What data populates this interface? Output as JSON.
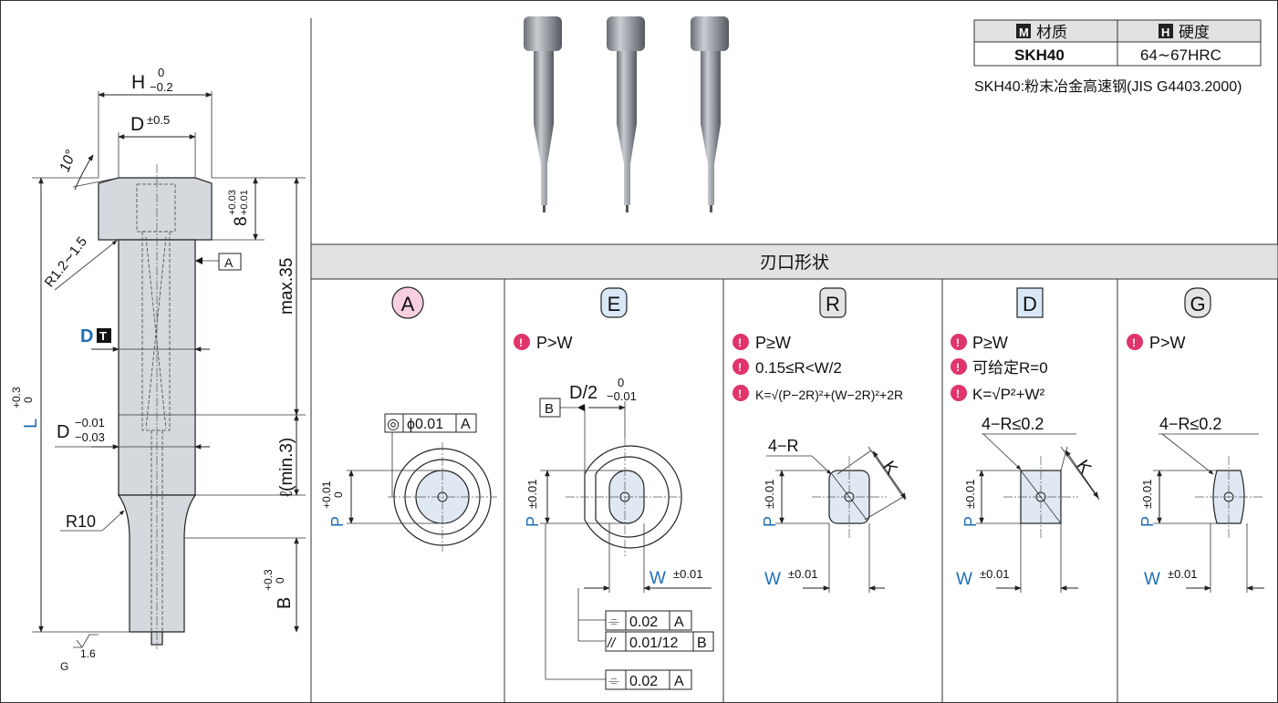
{
  "dims": {
    "H": "H",
    "H_tol_upper": "0",
    "H_tol_lower": "−0.2",
    "D": "D",
    "D_tol": "±0.5",
    "angle": "10°",
    "head_fillet": "R1.2∼1.5",
    "head_height": "8",
    "head_height_tol_upper": "+0.03",
    "head_height_tol_lower": "+0.01",
    "datum_a": "A",
    "max_len": "max.35",
    "dt_label": "D",
    "dt_badge": "T",
    "D_shank": "D",
    "D_shank_tol_upper": "−0.01",
    "D_shank_tol_lower": "−0.03",
    "l_min": "ℓ(min.3)",
    "L": "L",
    "L_tol_upper": "+0.3",
    "L_tol_lower": "0",
    "R10": "R10",
    "B": "B",
    "B_tol_upper": "+0.3",
    "B_tol_lower": "0",
    "roughness": "1.6",
    "roughness_g": "G"
  },
  "spec_table": {
    "col1_badge": "M",
    "col1_header": "材质",
    "col2_badge": "H",
    "col2_header": "硬度",
    "material": "SKH40",
    "hardness": "64∼67HRC",
    "note": "SKH40:粉末冶金高速钢(JIS G4403.2000)"
  },
  "shapes_header": "刃口形状",
  "shapes": [
    {
      "letter": "A",
      "badge_color": "#f7cfe0",
      "conditions": [],
      "callouts": {
        "conc_symbol": "◎",
        "conc_value": "ϕ0.01",
        "conc_datum": "A",
        "p_label": "P",
        "p_tol_upper": "+0.01",
        "p_tol_lower": "0"
      }
    },
    {
      "letter": "E",
      "badge_color": "#d8e8f6",
      "conditions": [
        "P>W"
      ],
      "callouts": {
        "datum": "B",
        "d2_label": "D/2",
        "d2_tol_upper": "0",
        "d2_tol_lower": "−0.01",
        "p_label": "P",
        "p_tol": "±0.01",
        "w_label": "W",
        "w_tol": "±0.01",
        "sym1": "⌯",
        "sym1_val": "0.02",
        "sym1_datum": "A",
        "par_sym": "//",
        "par_val": "0.01/12",
        "par_datum": "B",
        "sym2": "⌯",
        "sym2_val": "0.02",
        "sym2_datum": "A"
      }
    },
    {
      "letter": "R",
      "badge_color": "#e4e4e4",
      "conditions": [
        "P≥W",
        "0.15≤R<W/2",
        "K=√(P−2R)²+(W−2R)²+2R"
      ],
      "callouts": {
        "r_label": "4−R",
        "k_label": "K",
        "p_label": "P",
        "p_tol": "±0.01",
        "w_label": "W",
        "w_tol": "±0.01"
      }
    },
    {
      "letter": "D",
      "badge_color": "#d8e8f6",
      "conditions": [
        "P≥W",
        "可给定R=0",
        "K=√P²+W²"
      ],
      "callouts": {
        "r_label": "4−R≤0.2",
        "k_label": "K",
        "p_label": "P",
        "p_tol": "±0.01",
        "w_label": "W",
        "w_tol": "±0.01"
      }
    },
    {
      "letter": "G",
      "badge_color": "#e4e4e4",
      "conditions": [
        "P>W"
      ],
      "callouts": {
        "r_label": "4−R≤0.2",
        "p_label": "P",
        "p_tol": "±0.01",
        "w_label": "W",
        "w_tol": "±0.01"
      }
    }
  ],
  "colors": {
    "accent_blue": "#1c6fb5",
    "warning_red": "#e0346b",
    "part_gray": "#d5d9de",
    "edge_fill": "#dfe8f3"
  }
}
